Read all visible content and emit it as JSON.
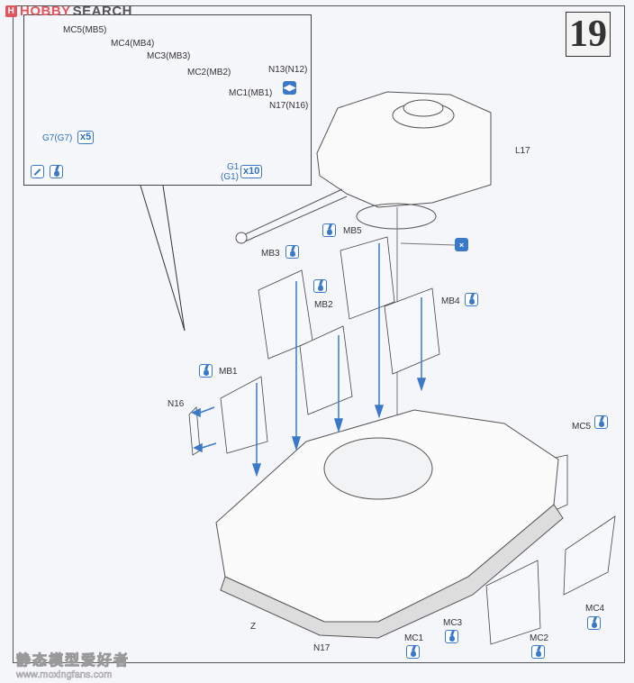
{
  "logo": {
    "brand_red": "HOBBY",
    "brand_gray": "SEARCH",
    "mark": "H"
  },
  "step_number": "19",
  "inset": {
    "labels": {
      "mc5": "MC5(MB5)",
      "mc4": "MC4(MB4)",
      "mc3": "MC3(MB3)",
      "mc2": "MC2(MB2)",
      "mc1": "MC1(MB1)",
      "n13": "N13(N12)",
      "n17": "N17(N16)",
      "g7": "G7(G7)",
      "g1": "G1",
      "g1b": "(G1)"
    },
    "multipliers": {
      "g7": "x5",
      "g1": "x10"
    },
    "icons": [
      "knife-icon",
      "glue-drop-icon",
      "flip-both-sides-icon"
    ]
  },
  "main": {
    "labels": {
      "l17": "L17",
      "mb1": "MB1",
      "mb2": "MB2",
      "mb3": "MB3",
      "mb4": "MB4",
      "mb5": "MB5",
      "n16": "N16",
      "mc5": "MC5",
      "mc1": "MC1",
      "mc2": "MC2",
      "mc3": "MC3",
      "mc4": "MC4",
      "z": "Z",
      "n17": "N17"
    },
    "icons": [
      "glue-drop-icon",
      "no-glue-icon"
    ]
  },
  "watermark": {
    "cn": "静态模型爱好者",
    "url": "www.moxingfans.com"
  },
  "colors": {
    "accent_blue": "#3a78c9",
    "logo_red": "#e2565f",
    "line": "#444444"
  }
}
